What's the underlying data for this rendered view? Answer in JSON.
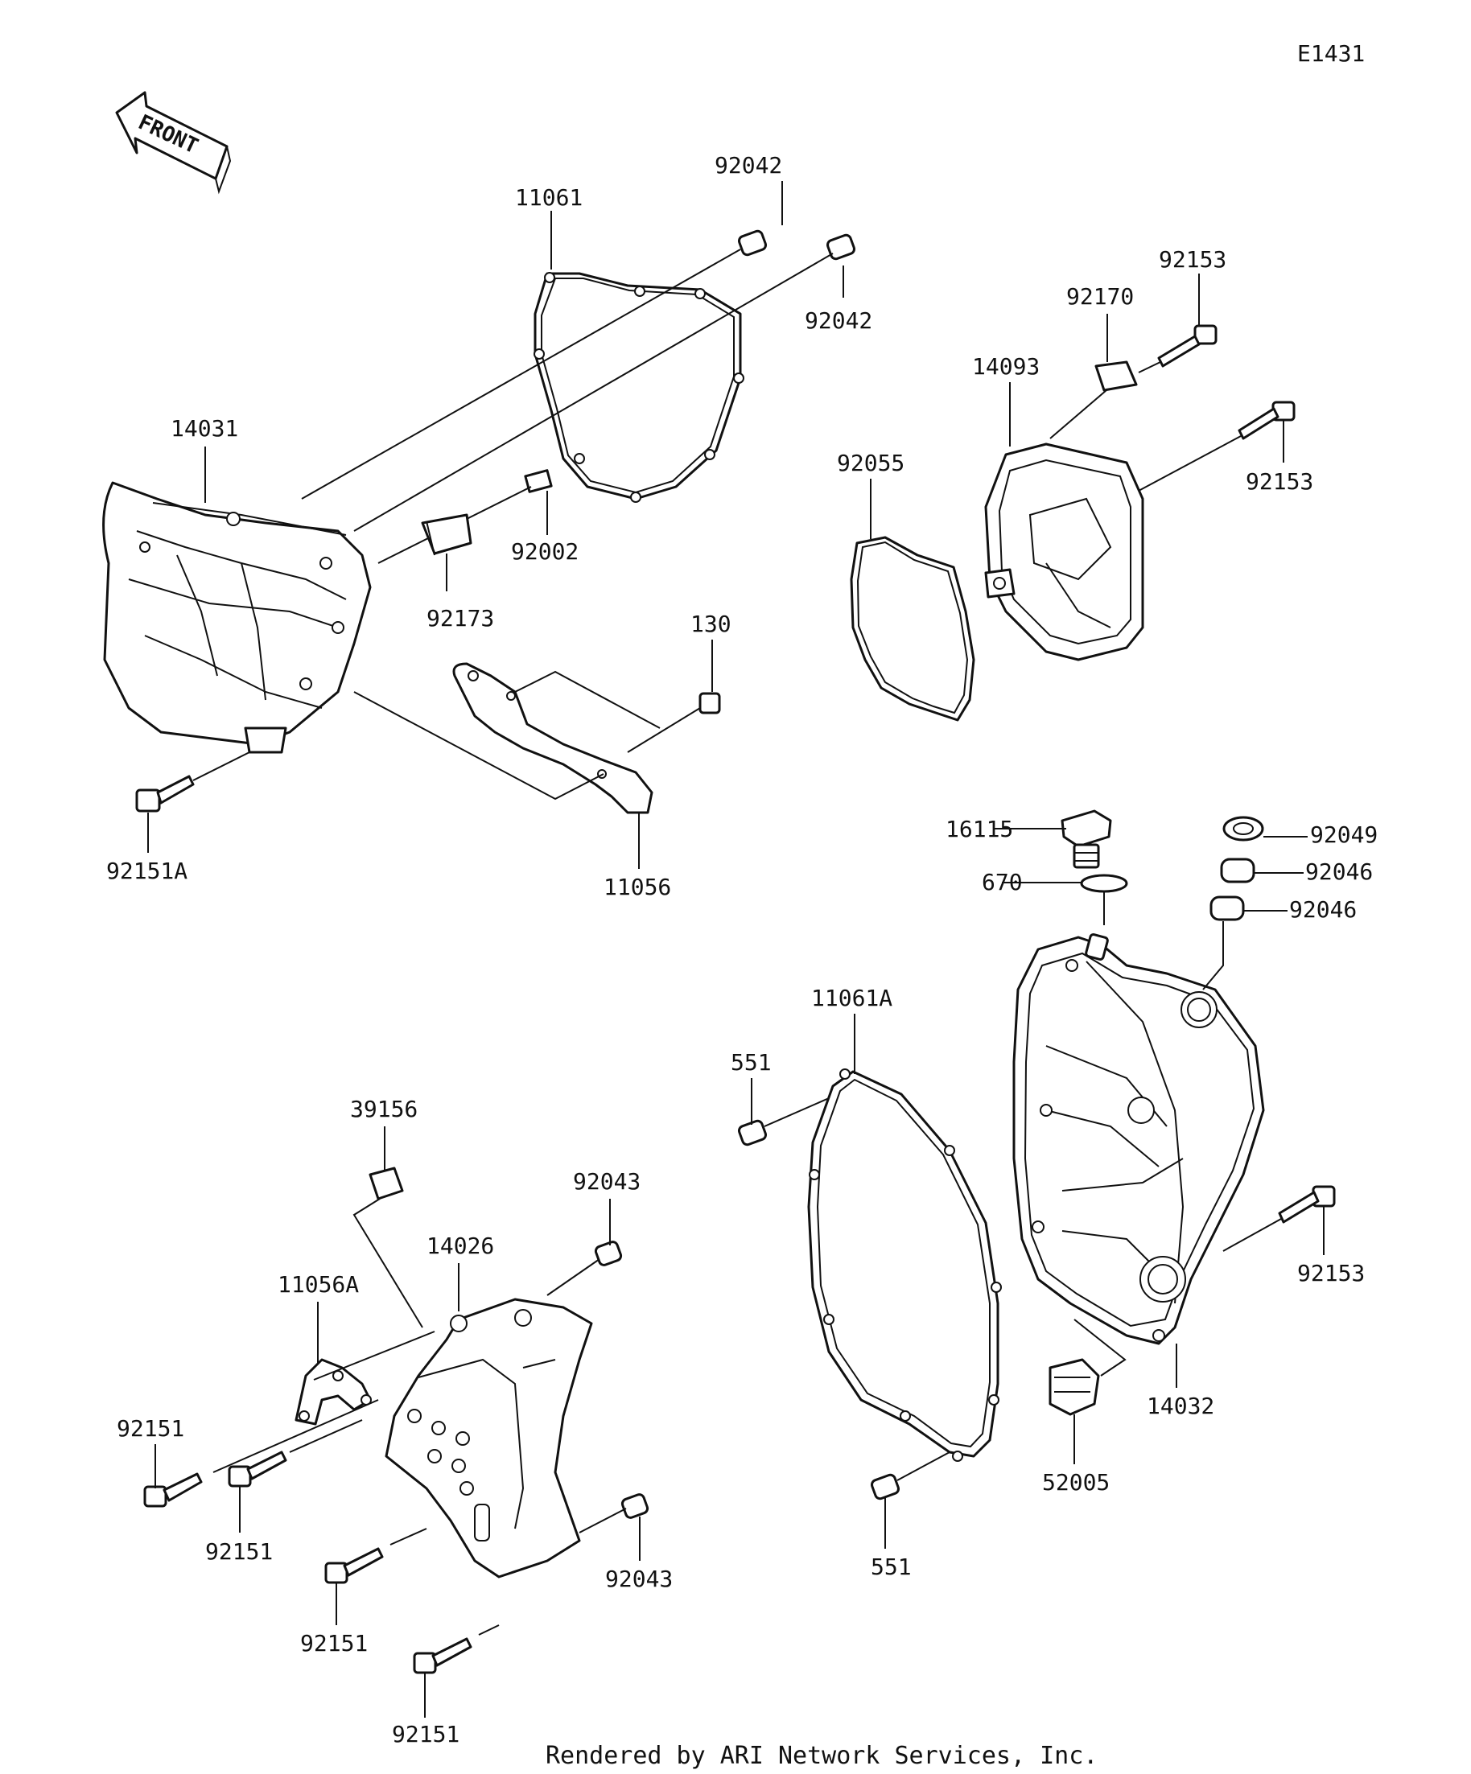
{
  "diagram_code": "E1431",
  "front_arrow_label": "FRONT",
  "footer": "Rendered by ARI Network Services, Inc.",
  "parts": {
    "p92042_top": "92042",
    "p11061": "11061",
    "p92042_right": "92042",
    "p14031": "14031",
    "p92002": "92002",
    "p92173": "92173",
    "p130": "130",
    "p92151A": "92151A",
    "p11056": "11056",
    "p92153_top": "92153",
    "p92170": "92170",
    "p14093": "14093",
    "p92153_mid": "92153",
    "p92055": "92055",
    "p16115": "16115",
    "p670": "670",
    "p92049": "92049",
    "p92046_a": "92046",
    "p92046_b": "92046",
    "p11061A": "11061A",
    "p551_top": "551",
    "p39156": "39156",
    "p92043_top": "92043",
    "p14026": "14026",
    "p11056A": "11056A",
    "p92151_a": "92151",
    "p92151_b": "92151",
    "p92151_c": "92151",
    "p92151_d": "92151",
    "p92043_bot": "92043",
    "p551_bot": "551",
    "p52005": "52005",
    "p92153_bot": "92153",
    "p14032": "14032"
  }
}
